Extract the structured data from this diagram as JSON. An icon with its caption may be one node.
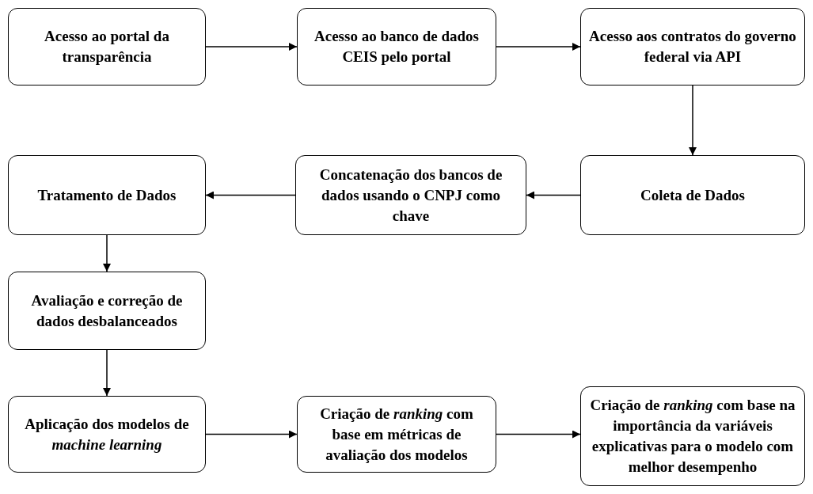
{
  "diagram": {
    "nodes": [
      {
        "text": [
          "Acesso ao portal da transparência"
        ]
      },
      {
        "text": [
          "Acesso ao banco de dados CEIS pelo portal"
        ]
      },
      {
        "text": [
          "Acesso aos contratos do governo federal via API"
        ]
      },
      {
        "text": [
          "Coleta de Dados"
        ]
      },
      {
        "text": [
          "Concatenação dos bancos de dados usando o CNPJ como chave"
        ]
      },
      {
        "text": [
          "Tratamento de Dados"
        ]
      },
      {
        "text": [
          "Avaliação e correção de dados desbalanceados"
        ]
      },
      {
        "text": [
          "Aplicação dos modelos de *machine learning*"
        ]
      },
      {
        "text": [
          "Criação de *ranking* com base em métricas de avaliação dos modelos"
        ]
      },
      {
        "text": [
          "Criação de *ranking* com base na importância da variáveis explicativas para o modelo com melhor desempenho"
        ]
      }
    ],
    "edges": [
      {
        "from": 0,
        "to": 1,
        "arrow": "to"
      },
      {
        "from": 1,
        "to": 2,
        "arrow": "to"
      },
      {
        "from": 2,
        "to": 3,
        "arrow": "to"
      },
      {
        "from": 3,
        "to": 4,
        "arrow": "to"
      },
      {
        "from": 4,
        "to": 5,
        "arrow": "to"
      },
      {
        "from": 5,
        "to": 6,
        "arrow": "to"
      },
      {
        "from": 6,
        "to": 7,
        "arrow": "to"
      },
      {
        "from": 7,
        "to": 8,
        "arrow": "to"
      },
      {
        "from": 8,
        "to": 9,
        "arrow": "to"
      }
    ]
  }
}
